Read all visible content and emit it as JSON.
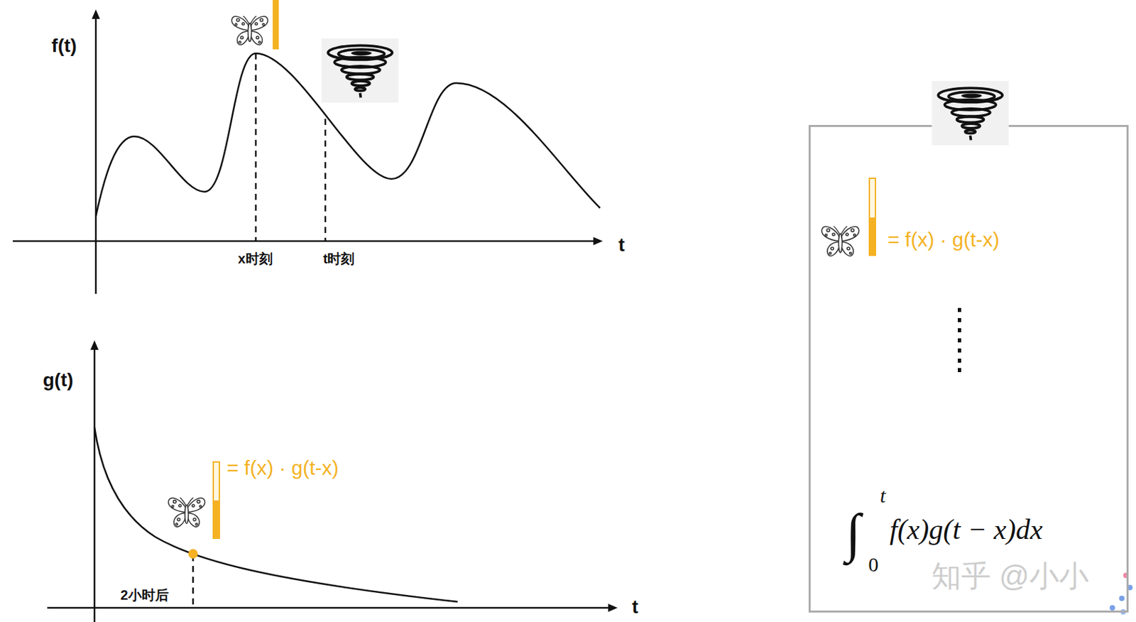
{
  "diagram": {
    "nodes": [
      {
        "text": [
          "= f(x) · g(t-x)",
          "∫",
          "t",
          "0",
          "f(x)g(t − x)dx"
        ]
      }
    ],
    "labels": [
      "f(t)",
      "x时刻",
      "t时刻",
      "t",
      "g(t)",
      "2小时后",
      "= f(x) · g(t-x)",
      "t",
      "知乎 @小小"
    ]
  }
}
